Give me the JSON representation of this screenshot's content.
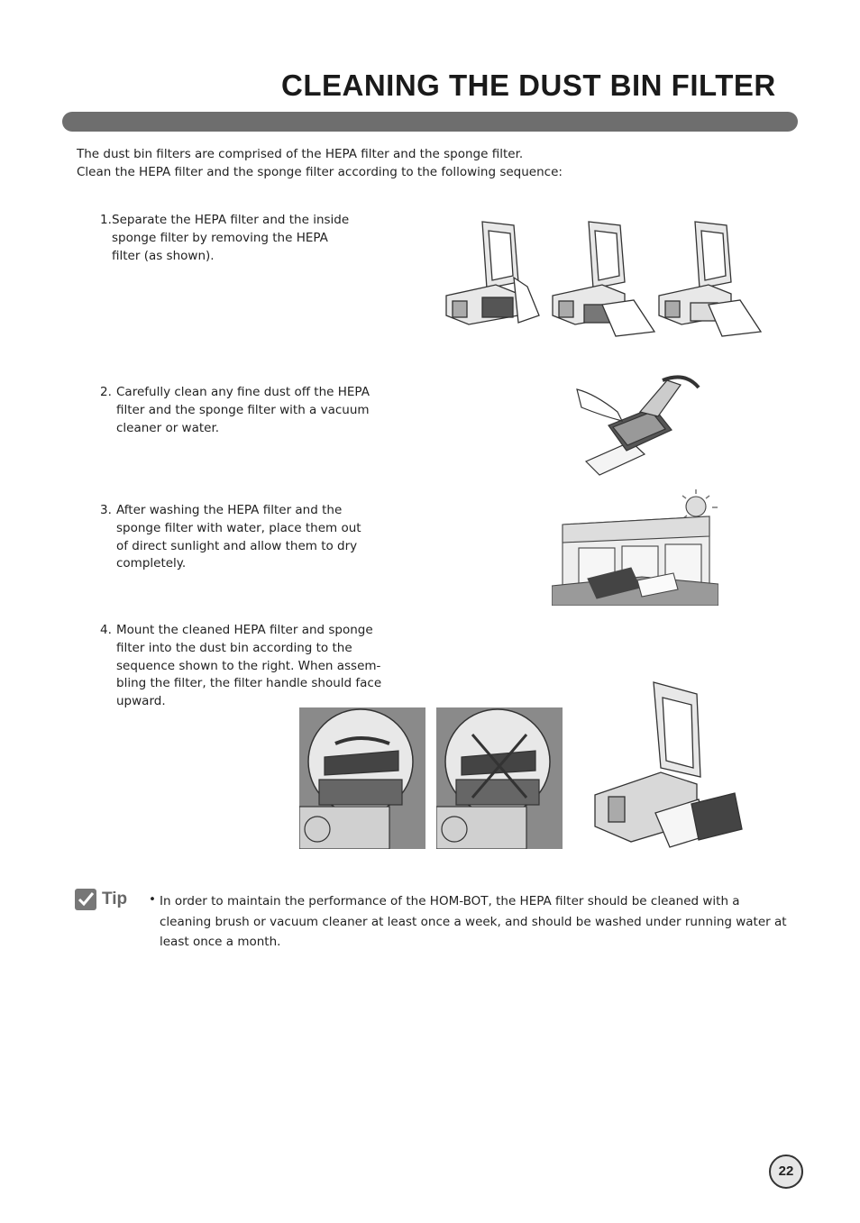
{
  "page": {
    "title": "CLEANING THE DUST BIN FILTER",
    "page_number": "22"
  },
  "intro": {
    "line1": "The dust bin filters are comprised of the HEPA filter and the sponge filter.",
    "line2": "Clean the HEPA filter and the sponge filter according to the following sequence:"
  },
  "steps": [
    {
      "number": "1.",
      "text": "Separate the HEPA filter and the inside\nsponge filter by removing the HEPA\nfilter (as shown)."
    },
    {
      "number": "2.",
      "text": "Carefully clean any fine dust off the HEPA\nfilter and the sponge filter with a vacuum\ncleaner or water."
    },
    {
      "number": "3.",
      "text": "After washing the HEPA filter and the\nsponge filter with water, place them out\nof direct sunlight and allow them to dry\ncompletely."
    },
    {
      "number": "4.",
      "text": "Mount the cleaned HEPA filter and sponge\nfilter into the dust bin according to the\nsequence shown to the right. When assem-\nbling the filter, the filter handle should face\nupward."
    }
  ],
  "tip": {
    "label": "Tip",
    "bullet": "•",
    "text": "In order to maintain the performance of the HOM-BOT, the HEPA filter should be cleaned with a cleaning brush or vacuum cleaner at least once a week, and should be washed under running water at least once a month.",
    "icon": "checkmark-icon"
  }
}
